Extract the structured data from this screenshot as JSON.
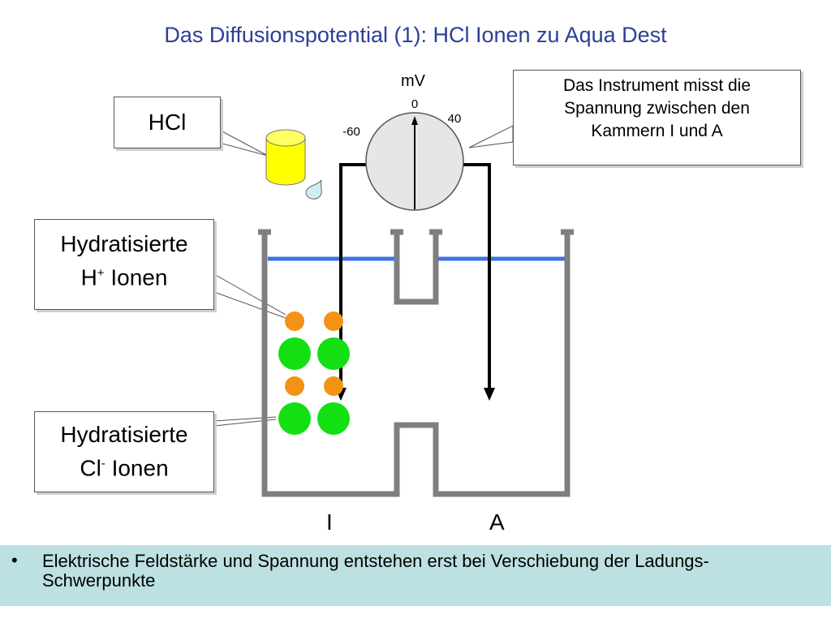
{
  "title": "Das Diffusionspotential (1): HCl Ionen zu Aqua Dest",
  "labels": {
    "hcl": "HCl",
    "instrument_line1": "Das Instrument misst die",
    "instrument_line2": "Spannung zwischen den",
    "instrument_line3": "Kammern I und A",
    "hplus_line1": "Hydratisierte",
    "hplus_ion": "H",
    "hplus_charge": "+",
    "hplus_rest": " Ionen",
    "cl_line1": "Hydratisierte",
    "cl_ion": "Cl",
    "cl_charge": "-",
    "cl_rest": " Ionen"
  },
  "meter": {
    "unit": "mV",
    "tick_zero": "0",
    "tick_pos": "40",
    "tick_neg": "-60"
  },
  "chambers": {
    "left": "I",
    "right": "A"
  },
  "bullet": {
    "text": "Elektrische Feldstärke und Spannung entstehen erst bei Verschiebung der Ladungs-Schwerpunkte"
  },
  "colors": {
    "title": "#2b3f99",
    "hplus_ion": "#f39214",
    "cl_ion": "#12e012",
    "water": "#3f73e0",
    "vessel": "#7f7f7f",
    "beaker": "#ffff00",
    "bottom_bar": "#bde0e2"
  }
}
